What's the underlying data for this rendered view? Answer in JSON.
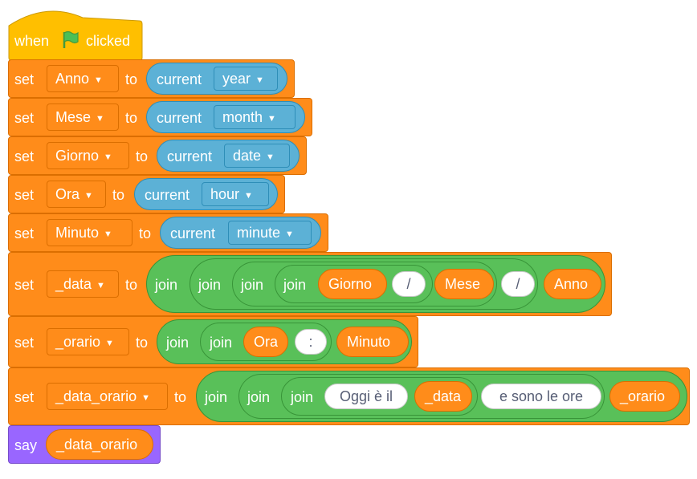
{
  "script": {
    "hat": {
      "when": "when",
      "clicked": "clicked",
      "flag_icon": "green-flag-icon",
      "flag_color": "#4CBF56"
    },
    "set_word": "set",
    "to_word": "to",
    "join_word": "join",
    "current_word": "current",
    "say_word": "say",
    "blocks": [
      {
        "variable": "Anno",
        "sensing_field": "year"
      },
      {
        "variable": "Mese",
        "sensing_field": "month"
      },
      {
        "variable": "Giorno",
        "sensing_field": "date"
      },
      {
        "variable": "Ora",
        "sensing_field": "hour"
      },
      {
        "variable": "Minuto",
        "sensing_field": "minute"
      },
      {
        "variable": "_data",
        "join": {
          "r1": "Giorno",
          "sep1": "/",
          "r2": "Mese",
          "sep2": "/",
          "r3": "Anno"
        }
      },
      {
        "variable": "_orario",
        "join": {
          "r1": "Ora",
          "sep1": ":",
          "r2": "Minuto"
        }
      },
      {
        "variable": "_data_orario",
        "join": {
          "lit1": "Oggi è il",
          "r1": "_data",
          "lit2": "e sono le ore",
          "r2": "_orario"
        }
      }
    ],
    "say": {
      "reporter": "_data_orario"
    }
  },
  "colors": {
    "events": "#FFBF00",
    "variables": "#FF8C1A",
    "sensing": "#5CB1D6",
    "operators": "#59C059",
    "looks": "#9966FF"
  }
}
